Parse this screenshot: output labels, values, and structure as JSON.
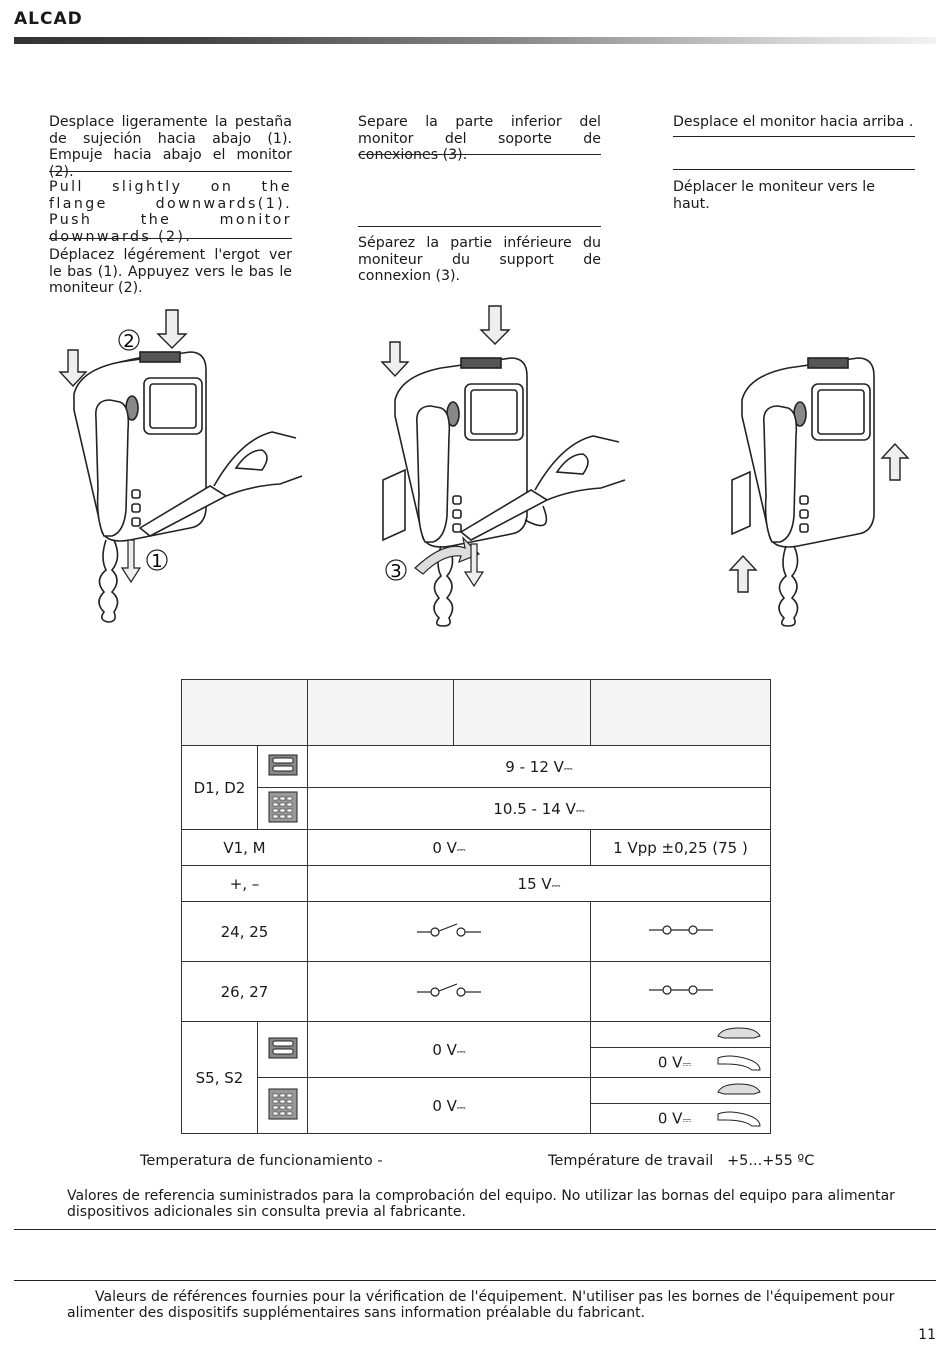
{
  "brand": "ALCAD",
  "columns": [
    {
      "es": "Desplace ligeramente la pestaña de sujeción hacia abajo (1). Empuje hacia abajo el monitor (2).",
      "en": "Pull slightly on the flange downwards(1). Push the monitor downwards (2).",
      "fr": "Déplacez légérement l'ergot ver le bas (1). Appuyez vers le bas le moniteur (2)."
    },
    {
      "es": "Separe la parte inferior del monitor del soporte de conexiones (3).",
      "fr": "Séparez la partie inférieure du moniteur du support de connexion (3)."
    },
    {
      "es": "Desplace el monitor hacia arriba .",
      "fr": "Déplacer le moniteur vers le haut."
    }
  ],
  "figure_labels": {
    "one": "1",
    "two": "2",
    "three": "3"
  },
  "table": {
    "rows": [
      {
        "terminal": "D1, D2",
        "sub": [
          {
            "device": "two-button-panel",
            "value": "9  - 12 V"
          },
          {
            "device": "keypad-panel",
            "value": "10.5  - 14 V"
          }
        ]
      },
      {
        "terminal": "V1, M",
        "value_a": "0 V",
        "value_b": "1 Vpp ±0,25 (75    )"
      },
      {
        "terminal": "+, –",
        "value": "15 V"
      },
      {
        "terminal": "24, 25",
        "state_a": "switch-open",
        "state_b": "switch-closed"
      },
      {
        "terminal": "26, 27",
        "state_a": "switch-open",
        "state_b": "switch-closed"
      },
      {
        "terminal": "S5, S2",
        "sub": [
          {
            "device": "two-button-panel",
            "value_a": "0 V",
            "value_b": "0 V"
          },
          {
            "device": "keypad-panel",
            "value_a": "0 V",
            "value_b": "0 V"
          }
        ]
      }
    ]
  },
  "temperature": {
    "es": "Temperatura de funcionamiento -",
    "fr": "Température de travail",
    "range": "+5...+55 ºC"
  },
  "notes": {
    "es": "Valores de referencia suministrados para la comprobación del equipo. No utilizar las bornas del equipo para alimentar dispositivos adicionales sin consulta previa al fabricante.",
    "fr": "Valeurs de références fournies pour la vérification de l'équipement. N'utiliser pas les bornes de l'équipement pour alimenter des dispositifs supplémentaires sans information préalable du fabricant."
  },
  "page_number": "11"
}
